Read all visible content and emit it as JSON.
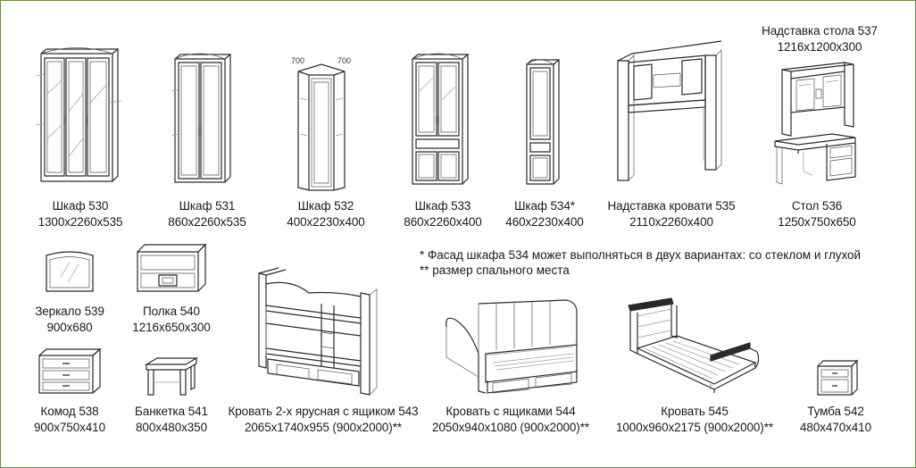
{
  "items": [
    {
      "name": "Шкаф 530",
      "dims": "1300x2260x535"
    },
    {
      "name": "Шкаф 531",
      "dims": "860x2260x535"
    },
    {
      "name": "Шкаф 532",
      "dims": "400x2230x400",
      "corner_dims": [
        "700",
        "700"
      ]
    },
    {
      "name": "Шкаф 533",
      "dims": "860x2260x400"
    },
    {
      "name": "Шкаф 534*",
      "dims": "460x2230x400"
    },
    {
      "name": "Надставка кровати 535",
      "dims": "2110x2260x400"
    },
    {
      "name": "Стол 536",
      "dims": "1250x750x650"
    },
    {
      "name": "Надставка стола 537",
      "dims": "1216x1200x300"
    },
    {
      "name": "Зеркало 539",
      "dims": "900x680"
    },
    {
      "name": "Полка 540",
      "dims": "1216x650x300"
    },
    {
      "name": "Комод 538",
      "dims": "900x750x410"
    },
    {
      "name": "Банкетка 541",
      "dims": "800x480x350"
    },
    {
      "name": "Кровать 2-х ярусная с ящиком 543",
      "dims": "2065x1740x955 (900x2000)**"
    },
    {
      "name": "Кровать с ящиками 544",
      "dims": "2050x940x1080 (900x2000)**"
    },
    {
      "name": "Кровать 545",
      "dims": "1000x960x2175 (900x2000)**"
    },
    {
      "name": "Тумба 542",
      "dims": "480x470x410"
    }
  ],
  "notes": [
    "*   Фасад шкафа 534 может выполняться в двух вариантах: со стеклом и глухой",
    "** размер спального места"
  ]
}
